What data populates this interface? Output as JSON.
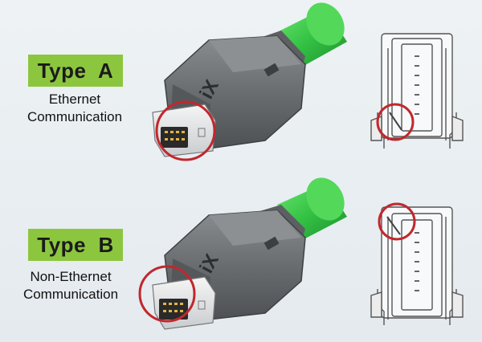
{
  "type_a": {
    "label": "Type  A",
    "description_line1": "Ethernet",
    "description_line2": "Communication"
  },
  "type_b": {
    "label": "Type  B",
    "description_line1": "Non-Ethernet",
    "description_line2": "Communication"
  },
  "connector_brand": "iX",
  "colors": {
    "badge_green": "#8cc63f",
    "cable_green": "#33c244",
    "highlight_circle": "#c0282d",
    "connector_gray": "#6a6d70"
  },
  "icons": [
    "connector-plug-type-a",
    "receptacle-outline-type-a",
    "connector-plug-type-b",
    "receptacle-outline-type-b"
  ]
}
